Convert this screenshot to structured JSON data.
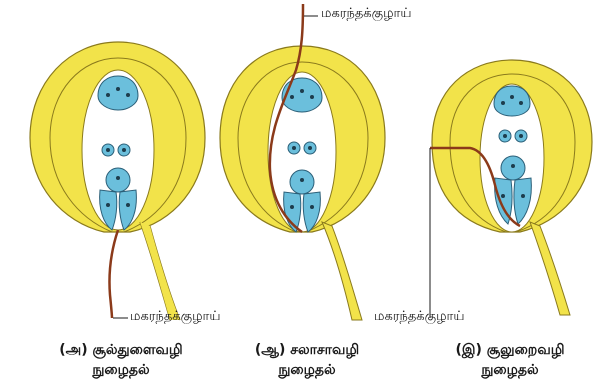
{
  "labels": {
    "tube_top": "மகரந்தக்குழாய்",
    "tube_left": "மகரந்தக்குழாய்",
    "tube_right": "மகரந்தக்குழாய்"
  },
  "captions": [
    {
      "line1": "(அ) சூல்துளைவழி",
      "line2": "நுழைதல்"
    },
    {
      "line1": "(ஆ) சலாசாவழி",
      "line2": "நுழைதல்"
    },
    {
      "line1": "(இ) சூலுறைவழி",
      "line2": "நுழைதல்"
    }
  ],
  "colors": {
    "integument": "#f2e34a",
    "integument_stroke": "#8a7a1c",
    "sac": "#ffffff",
    "cell": "#6bbfdc",
    "cell_stroke": "#2b5f78",
    "tube": "#8b3a1a"
  }
}
